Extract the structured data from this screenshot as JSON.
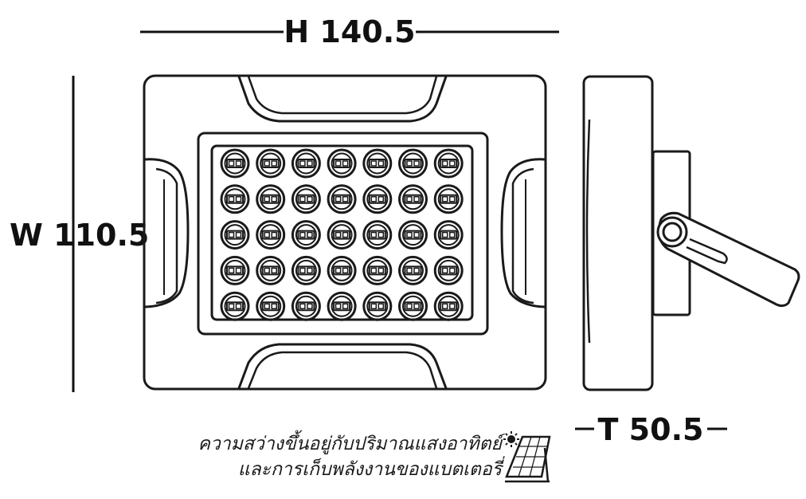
{
  "dimensions": {
    "height_label": "H 140.5",
    "width_label": "W 110.5",
    "thickness_label": "T 50.5"
  },
  "caption": {
    "line1": "ความสว่างขึ้นอยู่กับปริมาณแสงอาทิตย์",
    "line2": "และการเก็บพลังงานของแบตเตอรี่"
  },
  "led_grid": {
    "rows": 5,
    "cols": 7
  },
  "colors": {
    "stroke": "#1a1a1a",
    "background": "#ffffff"
  },
  "icons": [
    "sun-icon",
    "solar-panel-icon"
  ]
}
